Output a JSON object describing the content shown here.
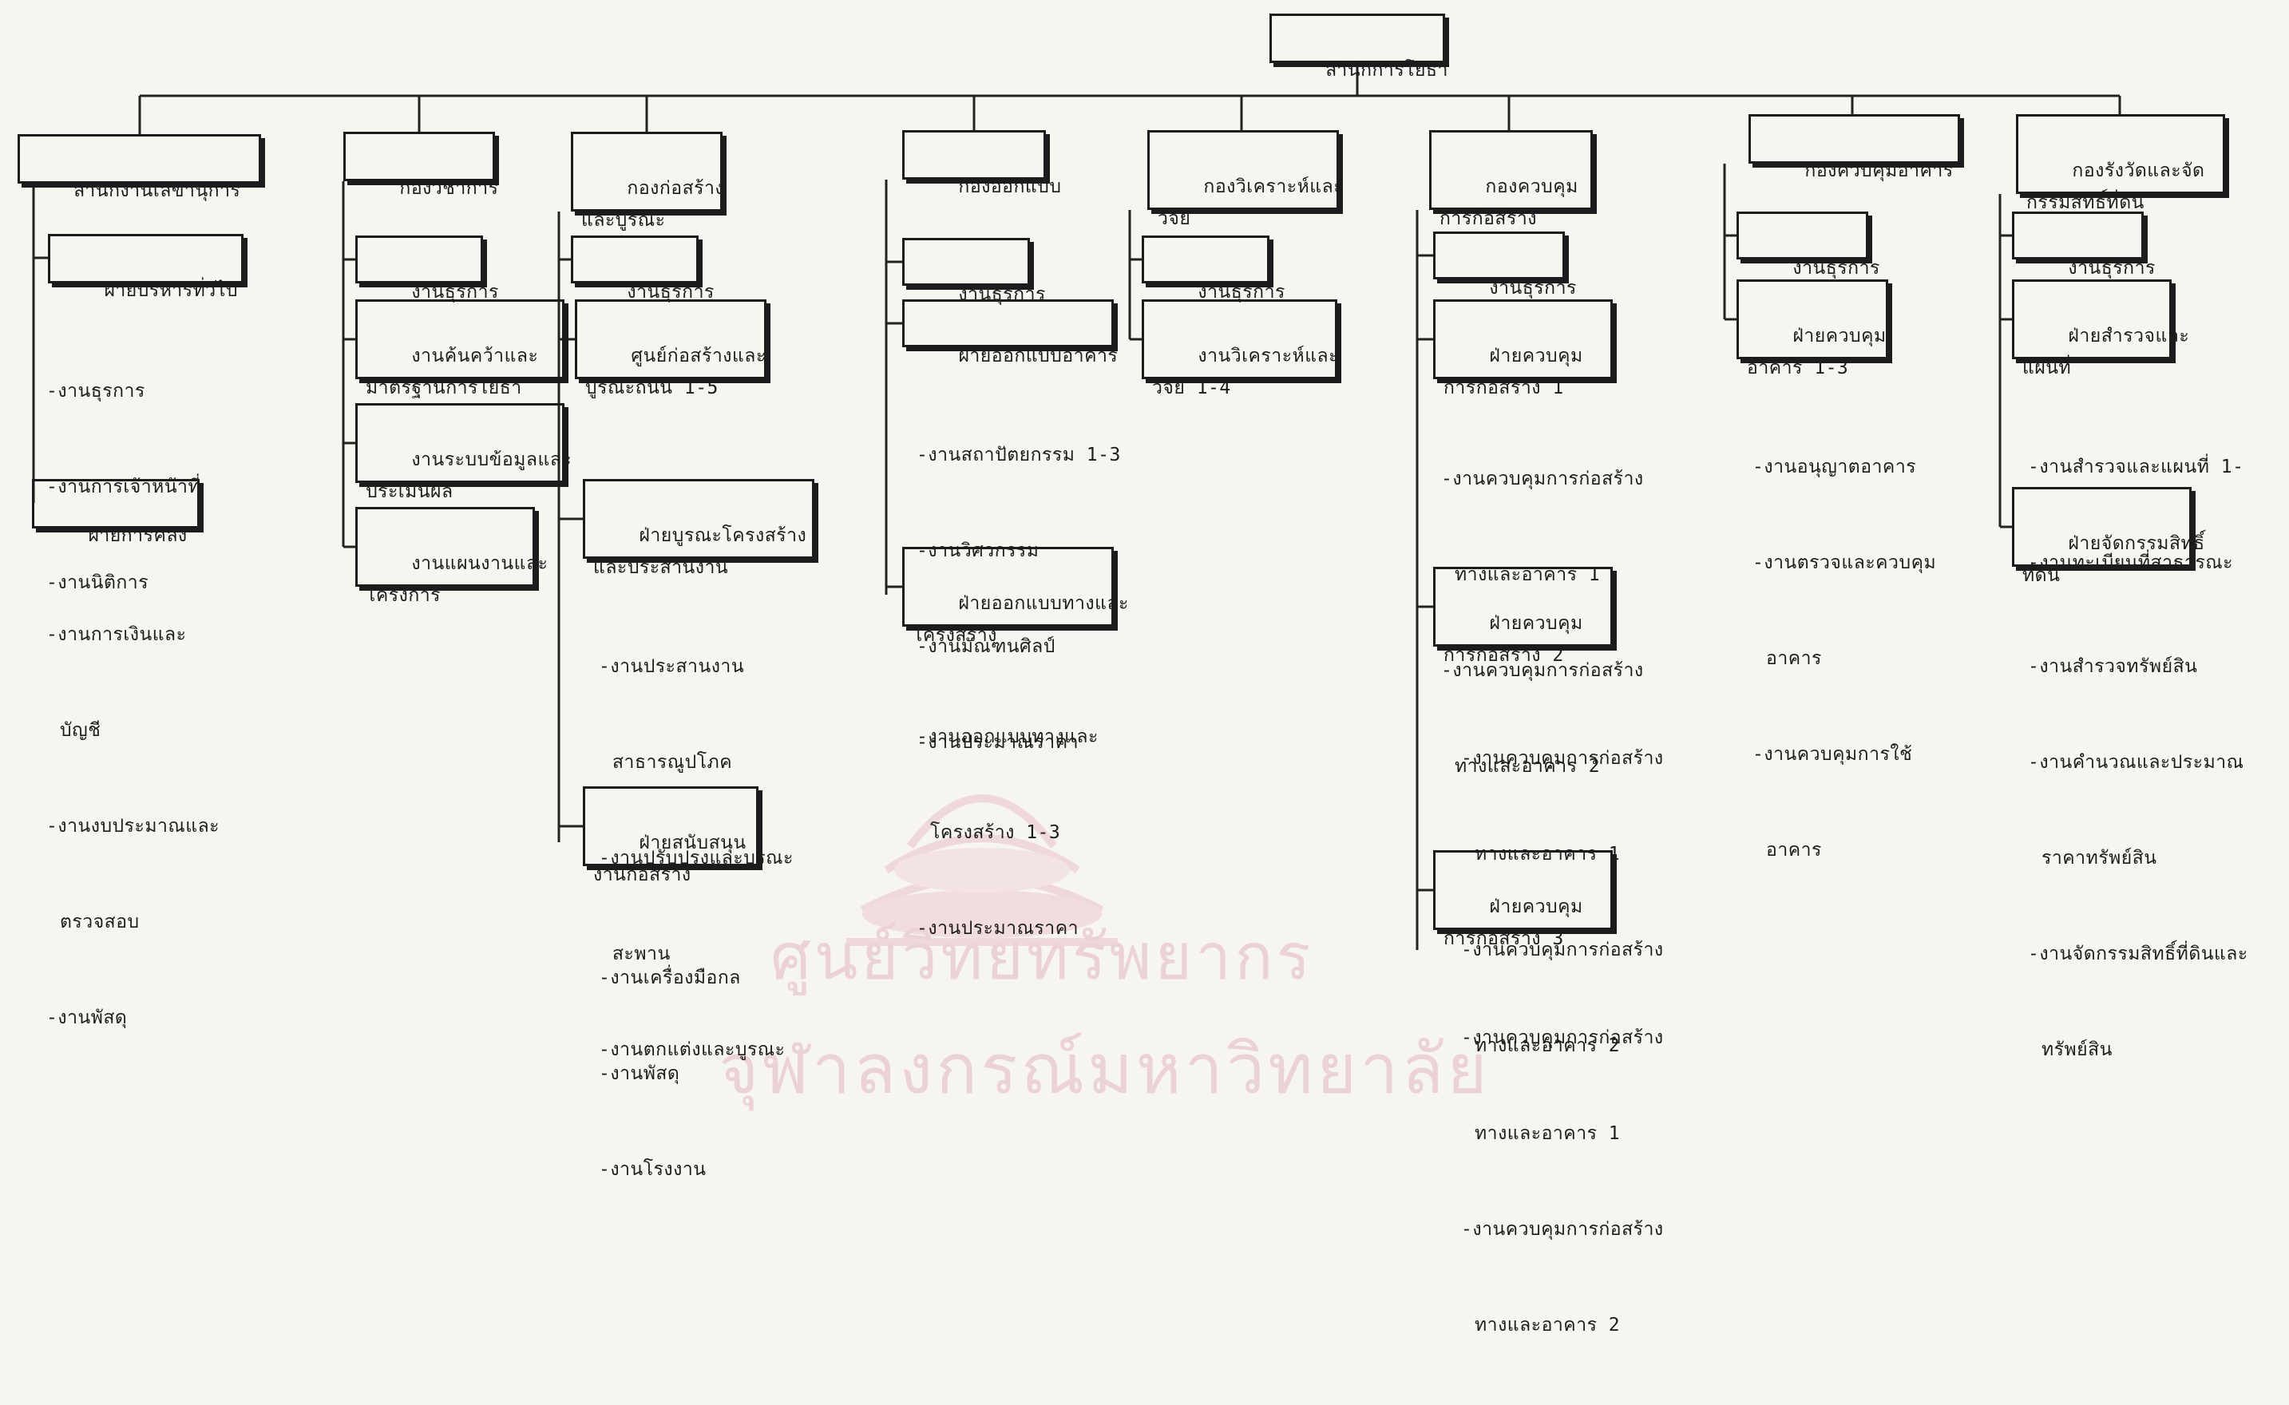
{
  "root": "สำนักการโยธา",
  "divisions": [
    {
      "title": "สำนักงานเลขานุการ",
      "sections": [
        {
          "title": "ฝ่ายบริหารทั่วไป",
          "tasks": [
            "-งานธุรการ",
            "-งานการเจ้าหน้าที่",
            "-งานนิติการ"
          ]
        },
        {
          "title": "ฝ่ายการคลัง",
          "tasks": [
            "-งานการเงินและ",
            "บัญชี",
            "-งานงบประมาณและ",
            "ตรวจสอบ",
            "-งานพัสดุ"
          ]
        }
      ]
    },
    {
      "title": "กองวิชาการ",
      "sections": [
        {
          "title": "งานธุรการ",
          "tasks": []
        },
        {
          "title": "งานค้นคว้าและ\nมาตรฐานการโยธา",
          "tasks": []
        },
        {
          "title": "งานระบบข้อมูลและ\nประเมินผล",
          "tasks": []
        },
        {
          "title": "งานแผนงานและ\nโครงการ",
          "tasks": []
        }
      ]
    },
    {
      "title": "กองก่อสร้าง\nและบูรณะ",
      "sections": [
        {
          "title": "งานธุรการ",
          "tasks": []
        },
        {
          "title": "ศูนย์ก่อสร้างและ\nบูรณะถนน 1-5",
          "tasks": []
        },
        {
          "title": "ฝ่ายบูรณะโครงสร้าง\nและประสานงาน",
          "tasks": [
            "-งานประสานงาน",
            "สาธารณูปโภค",
            "-งานปรับปรุงและบูรณะ",
            "สะพาน",
            "-งานตกแต่งและบูรณะ"
          ]
        },
        {
          "title": "ฝ่ายสนับสนุน\nงานก่อสร้าง",
          "tasks": [
            "-งานเครื่องมือกล",
            "-งานพัสดุ",
            "-งานโรงงาน"
          ]
        }
      ]
    },
    {
      "title": "กองออกแบบ",
      "sections": [
        {
          "title": "งานธุรการ",
          "tasks": []
        },
        {
          "title": "ฝ่ายออกแบบอาคาร",
          "tasks": [
            "-งานสถาปัตยกรรม 1-3",
            "-งานวิศวกรรม",
            "-งานมัณฑนศิลป์",
            "-งานประมาณราคา"
          ]
        },
        {
          "title": "ฝ่ายออกแบบทางและ\nโครงสร้าง",
          "tasks": [
            "-งานออกแบบทางและ",
            "โครงสร้าง 1-3",
            "-งานประมาณราคา"
          ]
        }
      ]
    },
    {
      "title": "กองวิเคราะห์และ\nวิจัย",
      "sections": [
        {
          "title": "งานธุรการ",
          "tasks": []
        },
        {
          "title": "งานวิเคราะห์และ\nวิจัย 1-4",
          "tasks": []
        }
      ]
    },
    {
      "title": "กองควบคุม\nการก่อสร้าง",
      "sections": [
        {
          "title": "งานธุรการ",
          "tasks": []
        },
        {
          "title": "ฝ่ายควบคุม\nการก่อสร้าง 1",
          "tasks": [
            "-งานควบคุมการก่อสร้าง",
            "ทางและอาคาร 1",
            "-งานควบคุมการก่อสร้าง",
            "ทางและอาคาร 2"
          ]
        },
        {
          "title": "ฝ่ายควบคุม\nการก่อสร้าง 2",
          "tasks": [
            "-งานควบคุมการก่อสร้าง",
            "ทางและอาคาร 1",
            "-งานควบคุมการก่อสร้าง",
            "ทางและอาคาร 2"
          ]
        },
        {
          "title": "ฝ่ายควบคุม\nการก่อสร้าง 3",
          "tasks": [
            "-งานควบคุมการก่อสร้าง",
            "ทางและอาคาร 1",
            "-งานควบคุมการก่อสร้าง",
            "ทางและอาคาร 2"
          ]
        }
      ]
    },
    {
      "title": "กองควบคุมอาคาร",
      "sections": [
        {
          "title": "งานธุรการ",
          "tasks": []
        },
        {
          "title": "ฝ่ายควบคุม\nอาคาร 1-3",
          "tasks": [
            "-งานอนุญาตอาคาร",
            "-งานตรวจและควบคุม",
            "อาคาร",
            "-งานควบคุมการใช้",
            "อาคาร"
          ]
        }
      ]
    },
    {
      "title": "กองรังวัดและจัด\nกรรมสิทธิ์ที่ดิน",
      "sections": [
        {
          "title": "งานธุรการ",
          "tasks": []
        },
        {
          "title": "ฝ่ายสำรวจและ\nแผนที่",
          "tasks": [
            "-งานสำรวจและแผนที่ 1-",
            "-งานทะเบียนที่สาธารณะ"
          ]
        },
        {
          "title": "ฝ่ายจัดกรรมสิทธิ์\nที่ดิน",
          "tasks": [
            "-งานสำรวจทรัพย์สิน",
            "-งานคำนวณและประมาณ",
            "ราคาทรัพย์สิน",
            "-งานจัดกรรมสิทธิ์ที่ดินและ",
            "ทรัพย์สิน"
          ]
        }
      ]
    }
  ],
  "watermark": {
    "line1": "ศูนย์วิทยทรัพยากร",
    "line2": "จุฬาลงกรณ์มหาวิทยาลัย"
  },
  "colors": {
    "ink": "#1c1c1c",
    "paper": "#f7f5f0",
    "watermark": "#ebd2d4"
  }
}
